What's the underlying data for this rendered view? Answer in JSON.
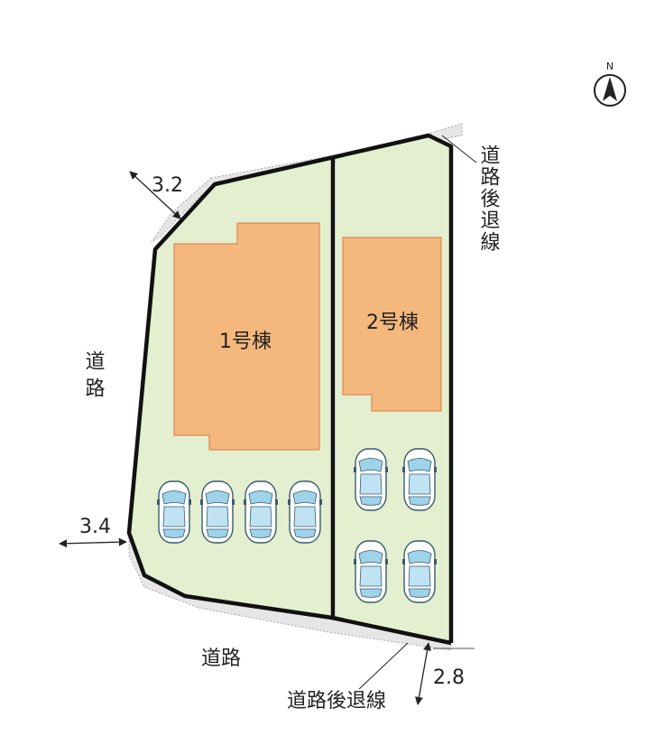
{
  "colors": {
    "lot": "#e3efcf",
    "building": "#f5b87c",
    "building_edge": "#d9895a",
    "setback": "#e6e6e6",
    "boundary": "#111111",
    "car_body": "#ffffff",
    "car_glass": "#9ed3ea"
  },
  "compass": {
    "label": "N",
    "icon": "north-arrow-icon"
  },
  "buildings": [
    {
      "id": "1",
      "label": "1号棟"
    },
    {
      "id": "2",
      "label": "2号棟"
    }
  ],
  "roads": {
    "west": "道路",
    "south": "道路",
    "east_setback": "道路後退線",
    "south_setback": "道路後退線"
  },
  "dimensions": {
    "top_left": "3.2",
    "bottom_left": "3.4",
    "bottom_right": "2.8"
  },
  "parking": {
    "lot1_count": 4,
    "lot2_count": 4,
    "car_icon": "car-icon"
  }
}
